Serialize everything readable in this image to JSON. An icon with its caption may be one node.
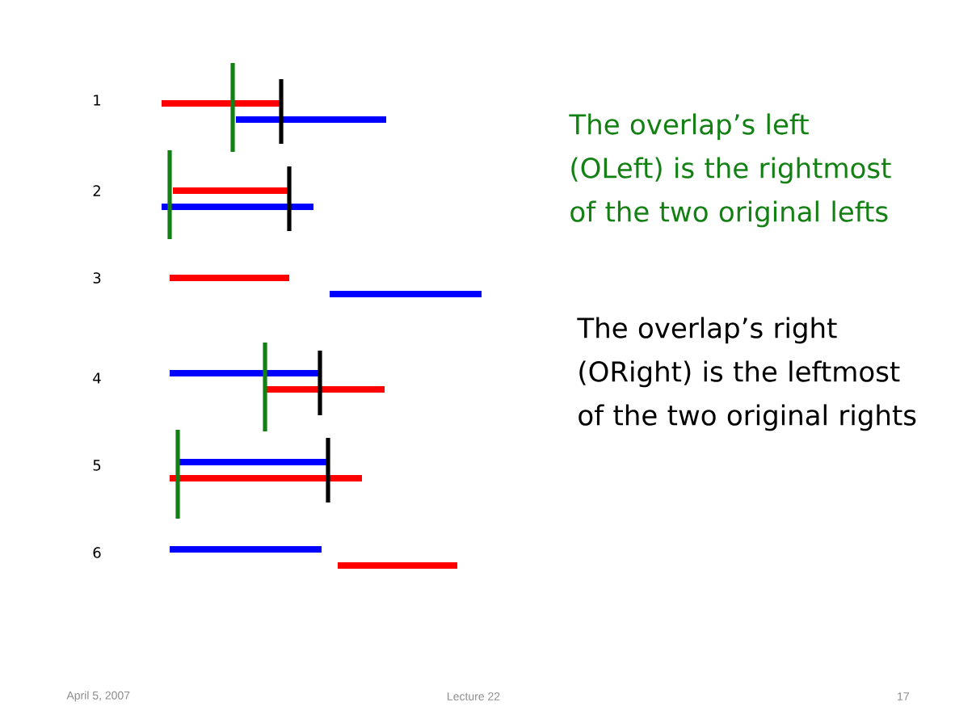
{
  "diagram": {
    "labels": [
      "1",
      "2",
      "3",
      "4",
      "5",
      "6",
      "The overlap’s left (OLeft) is the rightmost of the two original lefts",
      "The overlap’s right (ORight) is the leftmost of the two original rights",
      "April 5, 2007",
      "Lecture 22",
      "17"
    ]
  }
}
